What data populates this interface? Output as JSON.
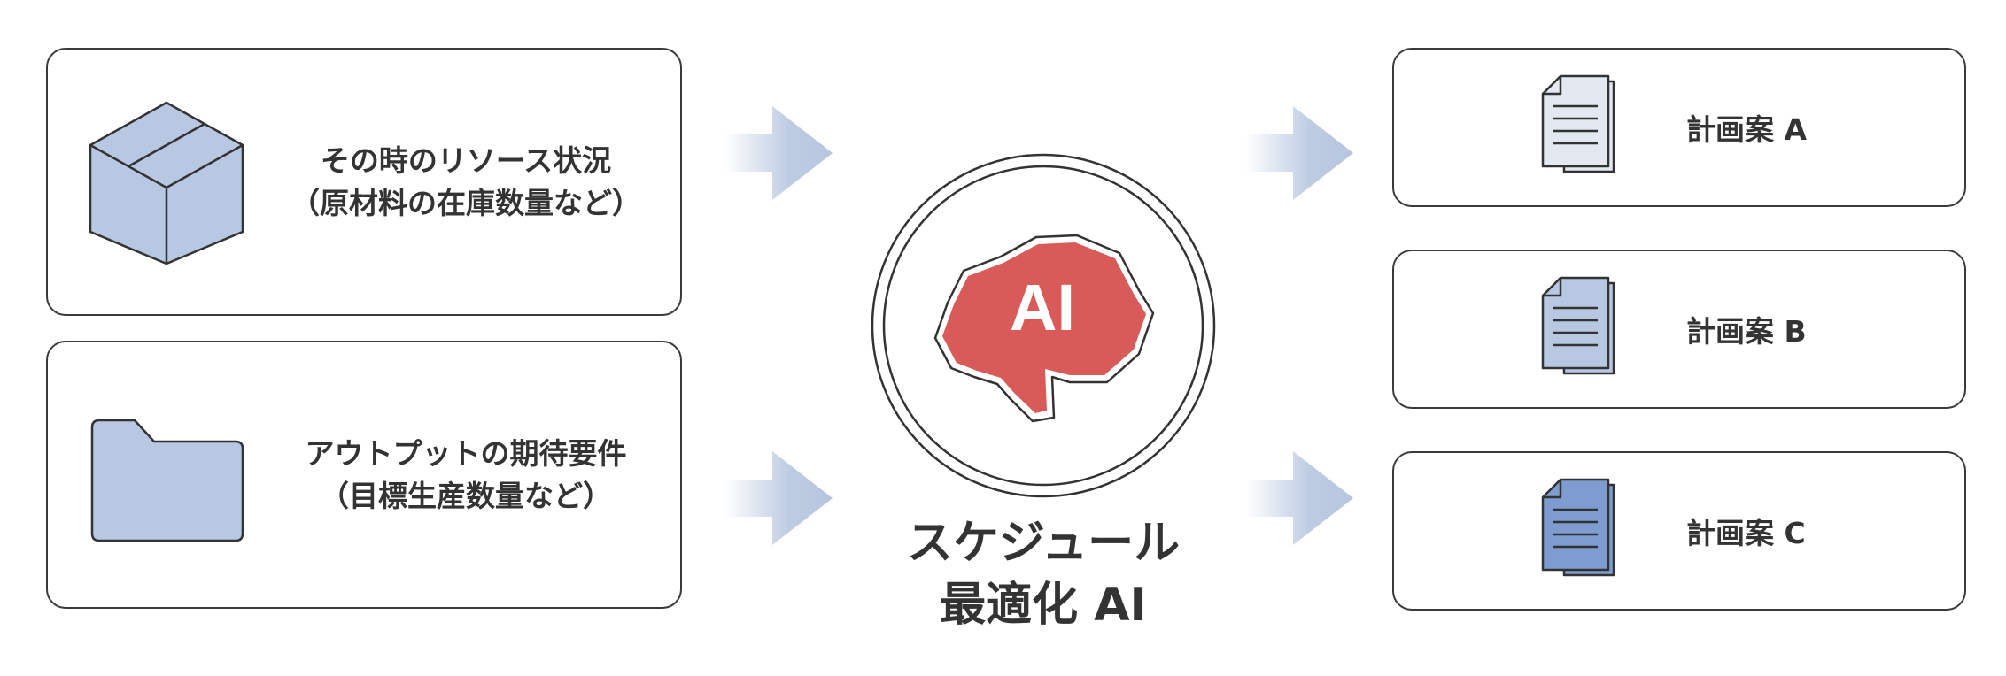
{
  "inputs": [
    {
      "icon": "box-icon",
      "line1": "その時のリソース状況",
      "line2": "（原材料の在庫数量など）"
    },
    {
      "icon": "folder-icon",
      "line1": "アウトプットの期待要件",
      "line2": "（目標生産数量など）"
    }
  ],
  "center": {
    "ai_label": "AI",
    "caption_line1": "スケジュール",
    "caption_line2": "最適化 AI",
    "icon": "brain-icon",
    "brain_color": "#d95b59"
  },
  "outputs": [
    {
      "icon": "document-icon",
      "label": "計画案 A",
      "color": "#e3e8f1"
    },
    {
      "icon": "document-icon",
      "label": "計画案 B",
      "color": "#b8c7e2"
    },
    {
      "icon": "document-icon",
      "label": "計画案 C",
      "color": "#7e9ccf"
    }
  ],
  "colors": {
    "icon_fill": "#b8c8e3",
    "arrow": "#b6c6df",
    "border": "#3a3a3a"
  }
}
